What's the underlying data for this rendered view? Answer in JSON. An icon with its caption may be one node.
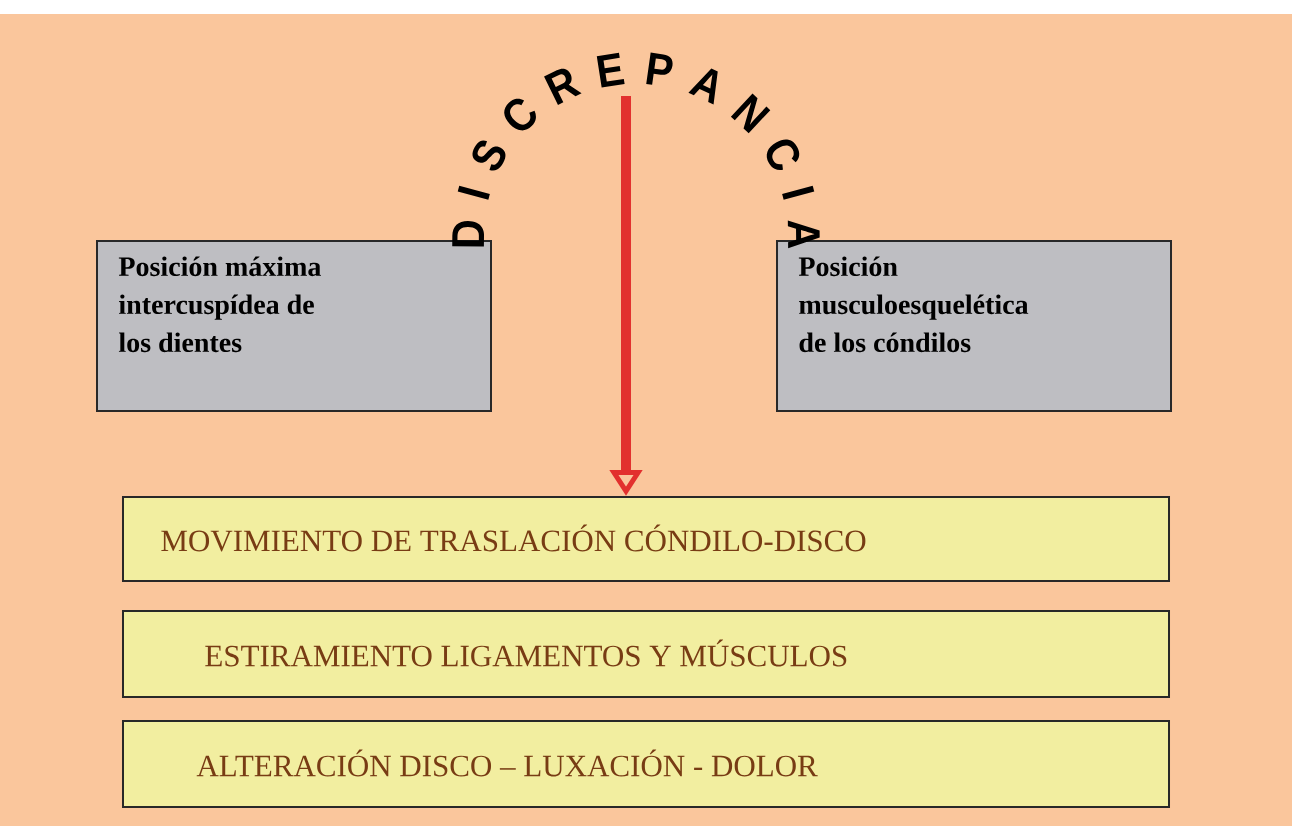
{
  "diagram": {
    "title": "DISCREPANCIA",
    "nodes": [
      {
        "text": [
          "Posición máxima intercuspídea de los dientes"
        ]
      },
      {
        "text": [
          "Posición musculoesquelética de los cóndilos"
        ]
      },
      {
        "text": [
          "MOVIMIENTO DE TRASLACIÓN CÓNDILO-DISCO"
        ]
      },
      {
        "text": [
          "ESTIRAMIENTO LIGAMENTOS Y MÚSCULOS"
        ]
      },
      {
        "text": [
          "ALTERACIÓN DISCO – LUXACIÓN - DOLOR"
        ]
      }
    ],
    "edges": [
      {
        "from": null,
        "to": 2,
        "arrow": "to",
        "color": "#e2302e"
      }
    ]
  }
}
